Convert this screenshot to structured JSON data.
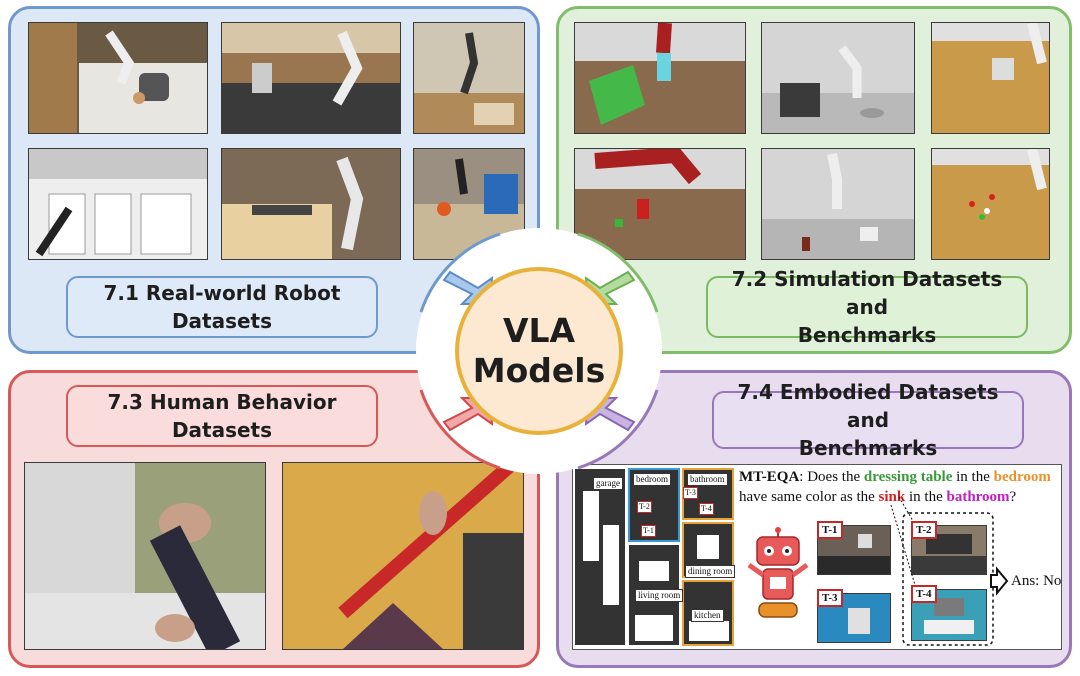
{
  "center": {
    "title": "VLA\nModels"
  },
  "sections": [
    {
      "id": "7.1",
      "label": "7.1 Real-world Robot\nDatasets",
      "color": "#6e99cf"
    },
    {
      "id": "7.2",
      "label": "7.2 Simulation Datasets and\nBenchmarks",
      "color": "#82bd6c"
    },
    {
      "id": "7.3",
      "label": "7.3 Human Behavior\nDatasets",
      "color": "#d85858"
    },
    {
      "id": "7.4",
      "label": "7.4 Embodied Datasets and\nBenchmarks",
      "color": "#9977b8"
    }
  ],
  "eqa": {
    "prefix": "MT-EQA",
    "q1": ": Does the ",
    "obj1": "dressing table",
    "q2": " in the ",
    "room1": "bedroom",
    "line2a": "have same color as the ",
    "obj2": "sink",
    "line2b": " in the ",
    "room2": "bathroom",
    "line2c": "?",
    "answer": "Ans: No",
    "rooms": {
      "garage": "garage",
      "bedroom": "bedroom",
      "bathroom": "bathroom",
      "dining": "dining room",
      "living": "living room",
      "kitchen": "kitchen"
    },
    "tags": [
      "T-1",
      "T-2",
      "T-3",
      "T-4"
    ],
    "colors": {
      "green": "#3a9a3a",
      "orange": "#e8912a",
      "red": "#d82020",
      "magenta": "#c020c0"
    }
  }
}
